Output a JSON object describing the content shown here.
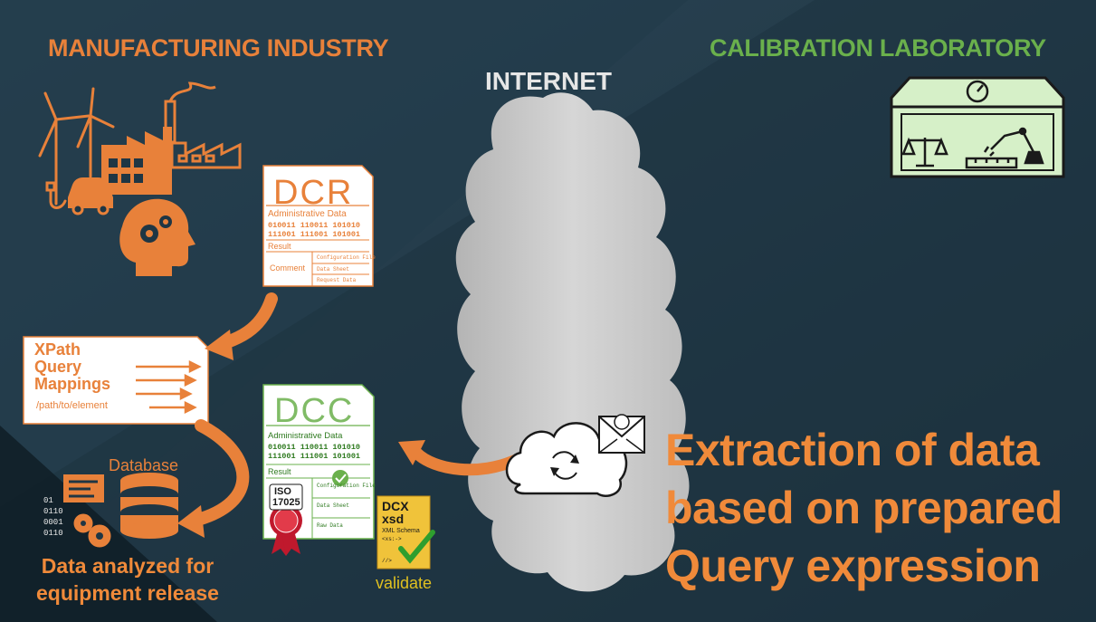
{
  "titles": {
    "manufacturing": "MANUFACTURING INDUSTRY",
    "calibration": "CALIBRATION LABORATORY",
    "internet": "INTERNET"
  },
  "dcr_doc": {
    "heading": "DCR",
    "admin_label": "Administrative Data",
    "binary_row1": "010011  110011  101010",
    "binary_row2": "111001  111001  101001",
    "result_label": "Result",
    "comment_label": "Comment",
    "sub_rows": [
      "Configuration File",
      "Data Sheet",
      "Request Data"
    ]
  },
  "xpath_box": {
    "lines": [
      "XPath",
      "Query",
      "Mappings"
    ],
    "path": "/path/to/element"
  },
  "dcc_doc": {
    "heading": "DCC",
    "admin_label": "Administrative Data",
    "binary_row1": "010011  110011  101010",
    "binary_row2": "111001  111001  101001",
    "result_label": "Result",
    "sub_rows": [
      "Configuration File",
      "Data Sheet",
      "Raw Data"
    ],
    "iso_badge_top": "ISO",
    "iso_badge_num": "17025"
  },
  "xsd_icon": {
    "line1": "DCX",
    "line2": "xsd",
    "line3": "XML Schema",
    "line4": "<xs:->",
    "line5": "//>"
  },
  "binary_icon_lines": [
    "01",
    "0110",
    "0001",
    "0110"
  ],
  "database_label": "Database",
  "analyzed_label": [
    "Data analyzed for",
    "equipment release"
  ],
  "validate_label": "validate",
  "extraction_text": [
    "Extraction of data",
    "based on prepared",
    "Query expression"
  ],
  "colors": {
    "orange": "#e8813a",
    "green": "#6ab04c",
    "background": "#1f3644",
    "cloud": "#c7c7c7"
  },
  "icons": [
    "wind-turbine-icon",
    "factory-icon",
    "car-charging-icon",
    "head-gears-icon",
    "sync-cloud-icon",
    "email-icon",
    "scale-icon",
    "robot-arm-icon",
    "gauge-icon",
    "database-icon",
    "certificate-icon",
    "checkmark-icon"
  ]
}
